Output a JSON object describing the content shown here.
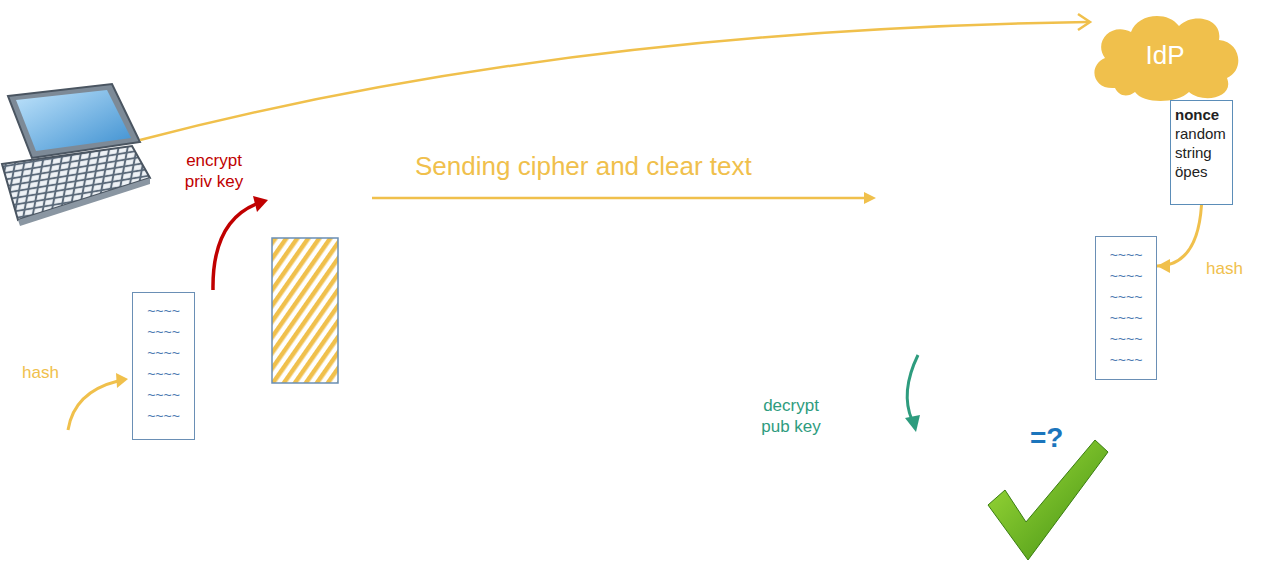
{
  "diagram": {
    "nodes": [
      {
        "text": [
          "IdP"
        ]
      },
      {
        "text": [
          "nonce",
          "random string öpes"
        ]
      },
      {
        "text": [
          "~~~~",
          "~~~~",
          "~~~~",
          "~~~~",
          "~~~~",
          "~~~~"
        ]
      },
      {
        "text": [
          "~~~~",
          "~~~~",
          "~~~~",
          "~~~~",
          "~~~~",
          "~~~~"
        ]
      }
    ],
    "edges": [
      {
        "from": 1,
        "to": 2,
        "arrow": "to"
      }
    ],
    "labels": [
      "Sending cipher and clear text",
      "encrypt priv key",
      "hash",
      "hash",
      "decrypt pub key",
      "=?"
    ]
  }
}
